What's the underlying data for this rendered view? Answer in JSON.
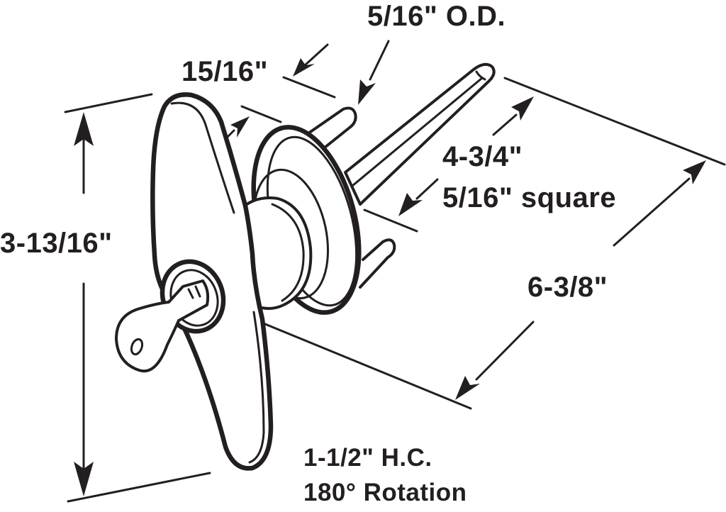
{
  "diagram": {
    "subject": "T-handle garage door lock with key",
    "colors": {
      "ink": "#231f20",
      "background": "#ffffff"
    },
    "labels": {
      "od": "5/16\" O.D.",
      "stem_width": "15/16\"",
      "height": "3-13/16\"",
      "spindle_length": "4-3/4\"",
      "spindle_square": "5/16\" square",
      "overall_length": "6-3/8\"",
      "hole_center": "1-1/2\" H.C.",
      "rotation": "180° Rotation"
    },
    "parts": [
      "t-handle",
      "key",
      "lock-cylinder",
      "escutcheon-plate",
      "mounting-studs",
      "square-spindle"
    ]
  }
}
